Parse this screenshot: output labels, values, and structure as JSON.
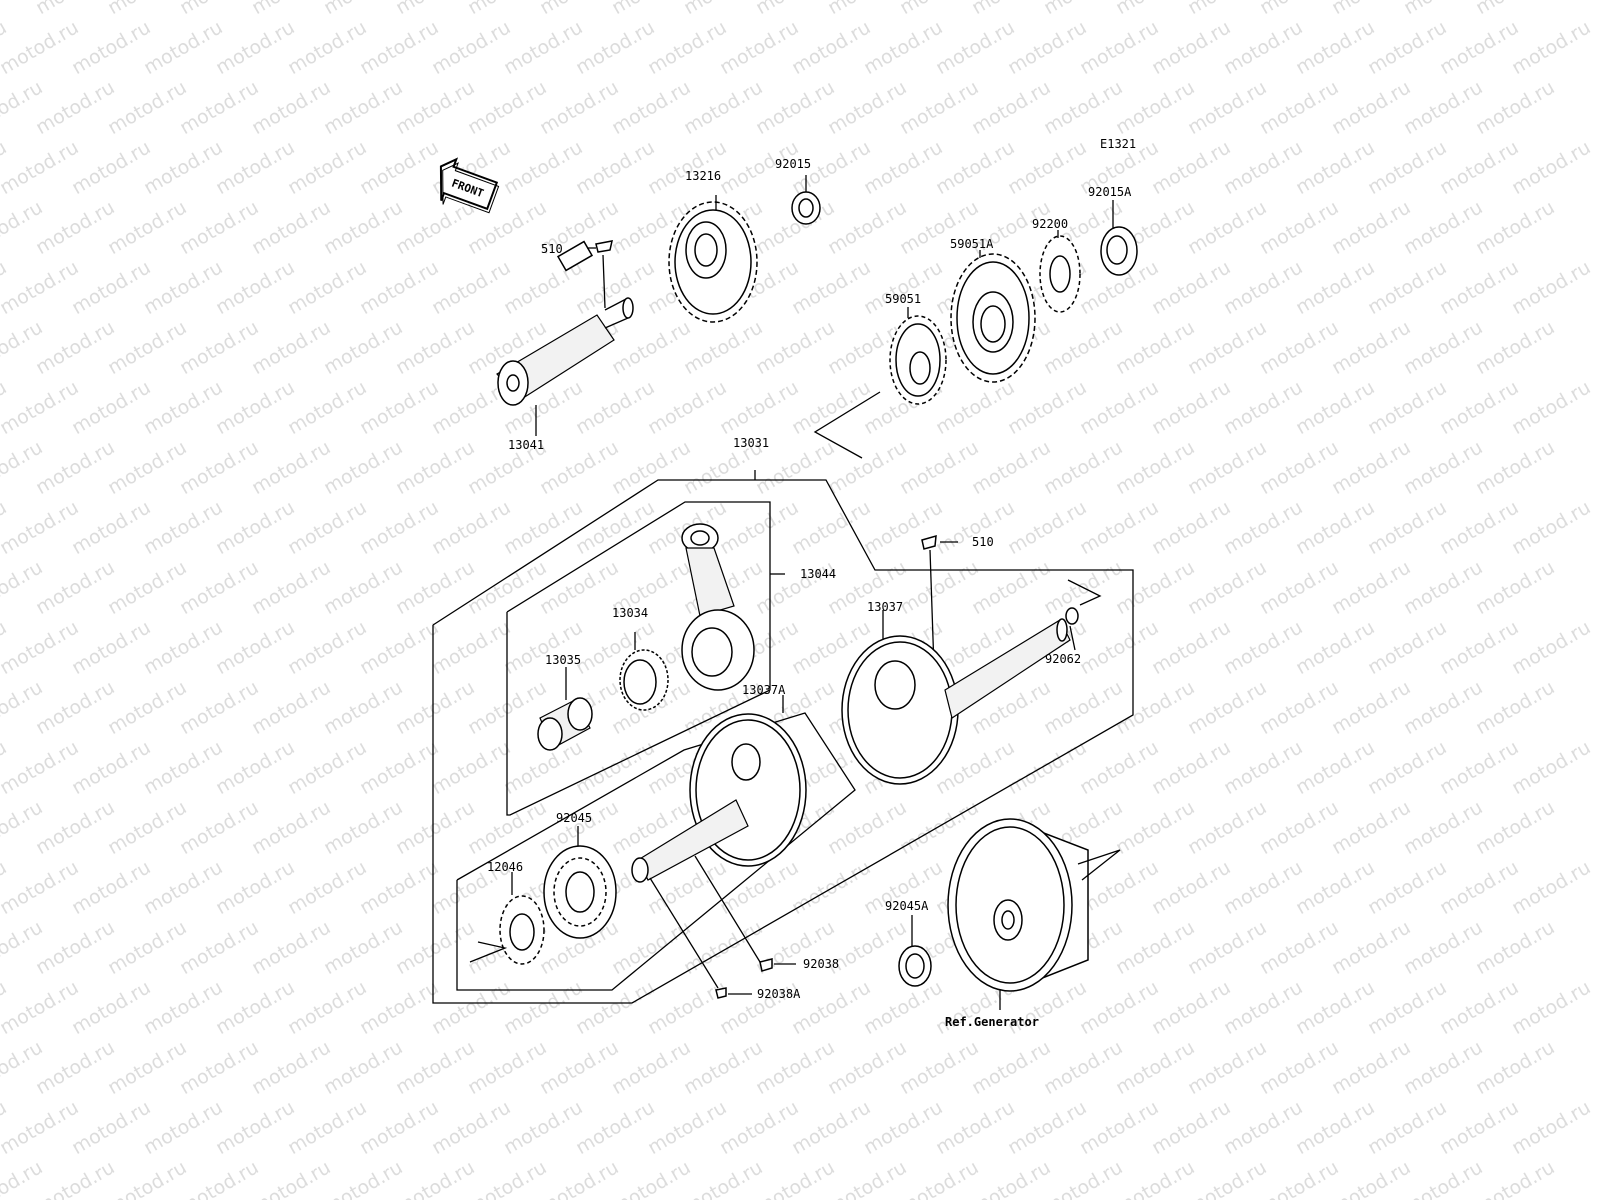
{
  "diagram": {
    "code": "E1321",
    "front_label": "FRONT",
    "generator_ref": "Ref.Generator"
  },
  "watermark": {
    "text": "motod.ru"
  },
  "parts": [
    {
      "id": "510a",
      "label": "510"
    },
    {
      "id": "13216",
      "label": "13216"
    },
    {
      "id": "92015",
      "label": "92015"
    },
    {
      "id": "92015A",
      "label": "92015A"
    },
    {
      "id": "92200",
      "label": "92200"
    },
    {
      "id": "59051A",
      "label": "59051A"
    },
    {
      "id": "59051",
      "label": "59051"
    },
    {
      "id": "13041",
      "label": "13041"
    },
    {
      "id": "13031",
      "label": "13031"
    },
    {
      "id": "13044",
      "label": "13044"
    },
    {
      "id": "13034",
      "label": "13034"
    },
    {
      "id": "13035",
      "label": "13035"
    },
    {
      "id": "510b",
      "label": "510"
    },
    {
      "id": "13037",
      "label": "13037"
    },
    {
      "id": "92062",
      "label": "92062"
    },
    {
      "id": "13037A",
      "label": "13037A"
    },
    {
      "id": "92045",
      "label": "92045"
    },
    {
      "id": "12046",
      "label": "12046"
    },
    {
      "id": "92038",
      "label": "92038"
    },
    {
      "id": "92038A",
      "label": "92038A"
    },
    {
      "id": "92045A",
      "label": "92045A"
    }
  ]
}
